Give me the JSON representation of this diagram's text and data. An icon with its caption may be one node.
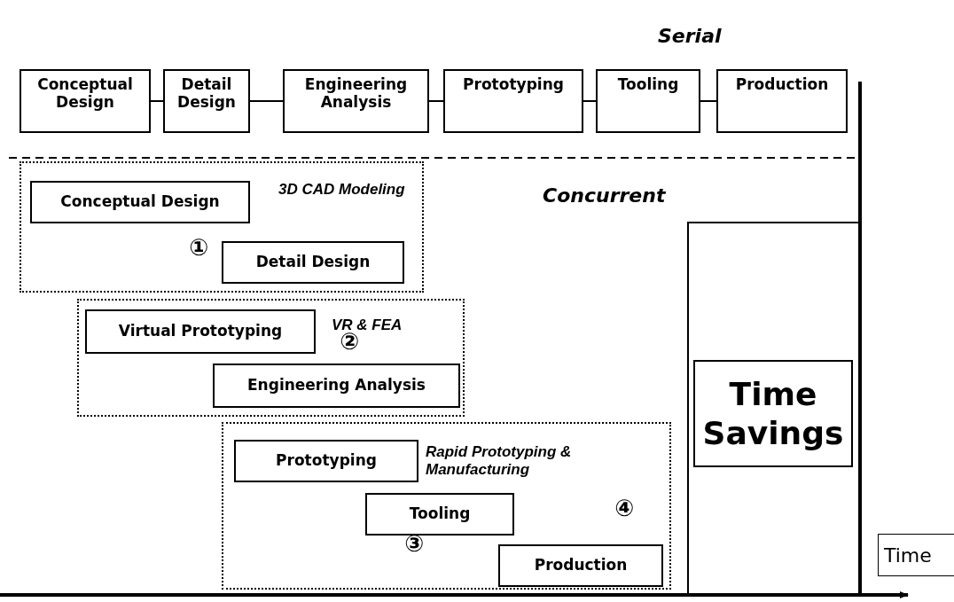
{
  "diagram": {
    "nodes": [
      {
        "text": [
          "Conceptual Design"
        ]
      },
      {
        "text": [
          "Detail Design"
        ]
      },
      {
        "text": [
          "Engineering Analysis"
        ]
      },
      {
        "text": [
          "Prototyping"
        ]
      },
      {
        "text": [
          "Tooling"
        ]
      },
      {
        "text": [
          "Production"
        ]
      },
      {
        "text": [
          "3D CAD Modeling"
        ]
      },
      {
        "text": [
          "Conceptual Design"
        ],
        "in": 6
      },
      {
        "text": [
          "Detail Design"
        ],
        "in": 6
      },
      {
        "text": [
          "VR & FEA"
        ]
      },
      {
        "text": [
          "Virtual Prototyping"
        ],
        "in": 9
      },
      {
        "text": [
          "Engineering Analysis"
        ],
        "in": 9
      },
      {
        "text": [
          "Rapid Prototyping & Manufacturing"
        ]
      },
      {
        "text": [
          "Prototyping"
        ],
        "in": 12
      },
      {
        "text": [
          "Tooling"
        ],
        "in": 12
      },
      {
        "text": [
          "Production"
        ],
        "in": 12
      },
      {
        "text": [],
        "shape": "box"
      },
      {
        "text": [
          "Time Savings"
        ],
        "in": 16
      },
      {
        "text": [
          "Time"
        ]
      }
    ],
    "edges": [
      {
        "from": 0,
        "to": 1,
        "arrow": "none"
      },
      {
        "from": 1,
        "to": 2,
        "arrow": "none"
      },
      {
        "from": 2,
        "to": 3,
        "arrow": "none"
      },
      {
        "from": 3,
        "to": 4,
        "arrow": "none"
      },
      {
        "from": 4,
        "to": 5,
        "arrow": "none"
      }
    ],
    "labels": [
      "Serial",
      "Concurrent",
      "①",
      "②",
      "④",
      "③"
    ]
  }
}
